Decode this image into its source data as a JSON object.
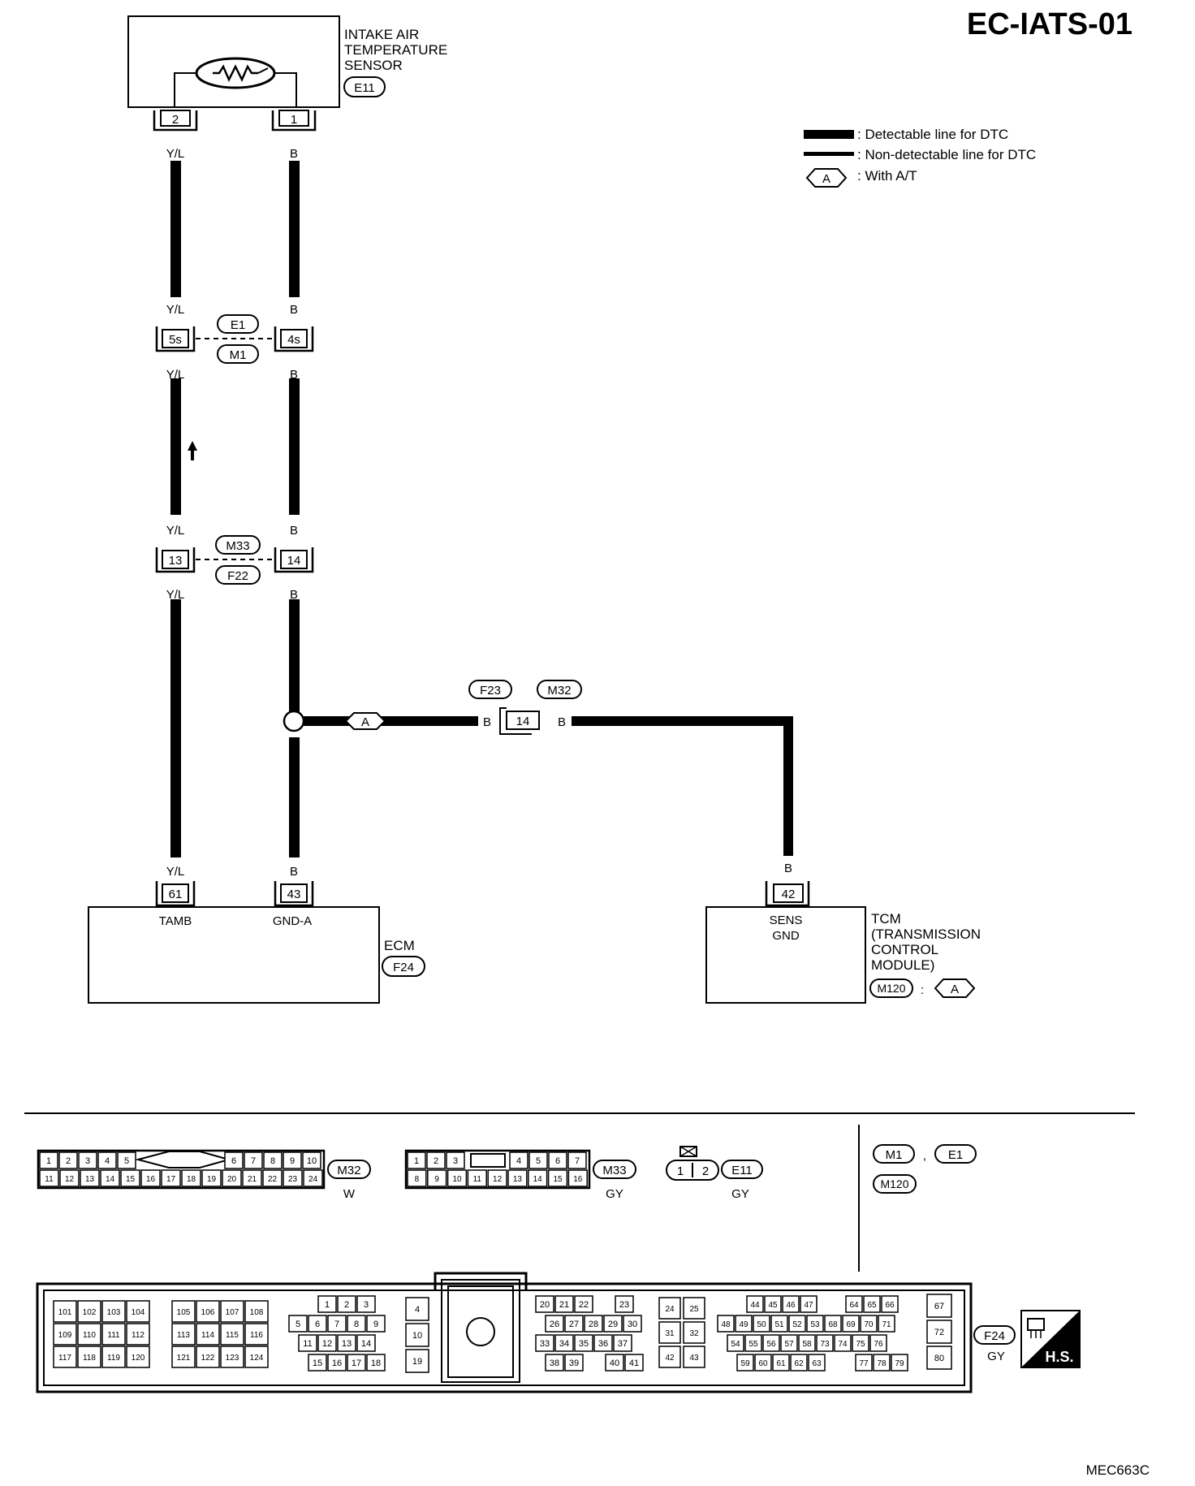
{
  "page_code": "EC-IATS-01",
  "figure_id": "MEC663C",
  "legend": [
    {
      "symbol": "thick-line",
      "text": ": Detectable line for DTC"
    },
    {
      "symbol": "thin-line",
      "text": ": Non-detectable line for DTC"
    },
    {
      "symbol": "hexagon",
      "symbol_text": "A",
      "text": ": With A/T"
    }
  ],
  "components": {
    "sensor": {
      "lines": [
        "INTAKE AIR",
        "TEMPERATURE",
        "SENSOR"
      ],
      "connector": "E11",
      "pins": [
        "2",
        "1"
      ]
    },
    "ecm": {
      "name": "ECM",
      "connector": "F24",
      "pins": [
        "61",
        "43"
      ],
      "pin_labels": [
        "TAMB",
        "GND-A"
      ]
    },
    "tcm": {
      "lines": [
        "TCM",
        "(TRANSMISSION",
        "CONTROL",
        "MODULE)"
      ],
      "connector": "M120",
      "condition": "A",
      "pin": "42",
      "pin_label_lines": [
        "SENS",
        "GND"
      ]
    }
  },
  "wires": {
    "left_color": "Y/L",
    "right_color": "B",
    "branch_color": "B"
  },
  "junctions": [
    {
      "left_pin": "5s",
      "right_pin": "4s",
      "connectors": [
        "E1",
        "M1"
      ]
    },
    {
      "left_pin": "13",
      "right_pin": "14",
      "connectors": [
        "M33",
        "F22"
      ]
    }
  ],
  "branch": {
    "condition": "A",
    "pin": "14",
    "connectors": [
      "F23",
      "M32"
    ]
  },
  "connector_views": {
    "m32": {
      "code": "M32",
      "color": "W",
      "row1": [
        "1",
        "2",
        "3",
        "4",
        "5",
        "6",
        "7",
        "8",
        "9",
        "10"
      ],
      "row2": [
        "11",
        "12",
        "13",
        "14",
        "15",
        "16",
        "17",
        "18",
        "19",
        "20",
        "21",
        "22",
        "23",
        "24"
      ]
    },
    "m33": {
      "code": "M33",
      "color": "GY",
      "row1": [
        "1",
        "2",
        "3",
        "4",
        "5",
        "6",
        "7"
      ],
      "row2": [
        "8",
        "9",
        "10",
        "11",
        "12",
        "13",
        "14",
        "15",
        "16"
      ]
    },
    "e11": {
      "code": "E11",
      "color": "GY",
      "pins": [
        "1",
        "2"
      ]
    },
    "right_refs": [
      "M1",
      "E1",
      "M120"
    ],
    "right_sep": ",",
    "f24": {
      "code": "F24",
      "color": "GY",
      "hs": "H.S.",
      "g1": [
        [
          "101",
          "102",
          "103",
          "104"
        ],
        [
          "109",
          "110",
          "111",
          "112"
        ],
        [
          "117",
          "118",
          "119",
          "120"
        ]
      ],
      "g2": [
        [
          "105",
          "106",
          "107",
          "108"
        ],
        [
          "113",
          "114",
          "115",
          "116"
        ],
        [
          "121",
          "122",
          "123",
          "124"
        ]
      ],
      "g3": [
        [
          "1",
          "2",
          "3"
        ],
        [
          "5",
          "6",
          "7",
          "8",
          "9"
        ],
        [
          "11",
          "12",
          "13",
          "14"
        ],
        [
          "15",
          "16",
          "17",
          "18"
        ]
      ],
      "g4": [
        "4",
        "10",
        "19"
      ],
      "g5": [
        [
          "20",
          "21",
          "22",
          "23"
        ],
        [
          "26",
          "27",
          "28",
          "29",
          "30"
        ],
        [
          "33",
          "34",
          "35",
          "36",
          "37"
        ],
        [
          "38",
          "39",
          "40",
          "41"
        ]
      ],
      "g6": [
        [
          "24",
          "25"
        ],
        [
          "31",
          "32"
        ],
        [
          "42",
          "43"
        ]
      ],
      "g7": [
        [
          "44",
          "45",
          "46",
          "47",
          "64",
          "65",
          "66"
        ],
        [
          "48",
          "49",
          "50",
          "51",
          "52",
          "53",
          "68",
          "69",
          "70",
          "71"
        ],
        [
          "54",
          "55",
          "56",
          "57",
          "58",
          "73",
          "74",
          "75",
          "76"
        ],
        [
          "59",
          "60",
          "61",
          "62",
          "63",
          "77",
          "78",
          "79"
        ]
      ],
      "g8": [
        "67",
        "72",
        "80"
      ]
    }
  }
}
